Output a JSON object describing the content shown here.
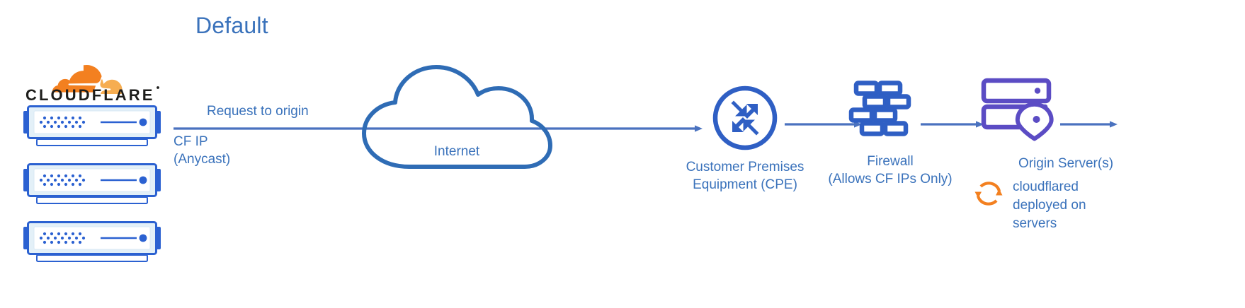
{
  "title": "Default",
  "colors": {
    "diagram_blue": "#3a72bb",
    "icon_blue": "#2f5fc4",
    "server_blue": "#2b61d1",
    "origin_purple": "#5b4cc4",
    "cloudflare_orange": "#f38020",
    "cloudflare_orange_light": "#f6ad51",
    "wordmark_black": "#1d1d1b",
    "background": "#ffffff"
  },
  "brand": {
    "logo_icon": "cloudflare-cloud-icon",
    "wordmark": "CLOUDFLARE",
    "wordmark_mark": "®"
  },
  "server_stack": {
    "name": "cloudflare-edge-servers",
    "count": 3,
    "units": [
      {
        "id": "server-unit-1"
      },
      {
        "id": "server-unit-2"
      },
      {
        "id": "server-unit-3"
      }
    ]
  },
  "flow": {
    "request_label": "Request to origin",
    "source_label_line1": "CF IP",
    "source_label_line2": "(Anycast)",
    "arrows": [
      {
        "name": "arrow-edge-to-internet",
        "direction": "right"
      },
      {
        "name": "arrow-internet-to-cpe",
        "direction": "right"
      },
      {
        "name": "arrow-cpe-to-firewall",
        "direction": "right"
      },
      {
        "name": "arrow-firewall-to-origin",
        "direction": "right"
      }
    ]
  },
  "nodes": {
    "internet": {
      "icon": "cloud-icon",
      "label": "Internet"
    },
    "cpe": {
      "icon": "router-four-arrows-icon",
      "label_line1": "Customer Premises",
      "label_line2": "Equipment (CPE)"
    },
    "firewall": {
      "icon": "brick-wall-icon",
      "label_line1": "Firewall",
      "label_line2": "(Allows CF IPs Only)"
    },
    "origin": {
      "icon": "server-location-pin-icon",
      "label": "Origin Server(s)"
    }
  },
  "annotation": {
    "icon": "circular-arrows-refresh-icon",
    "line1": "cloudflared",
    "line2": "deployed on",
    "line3": "servers"
  }
}
